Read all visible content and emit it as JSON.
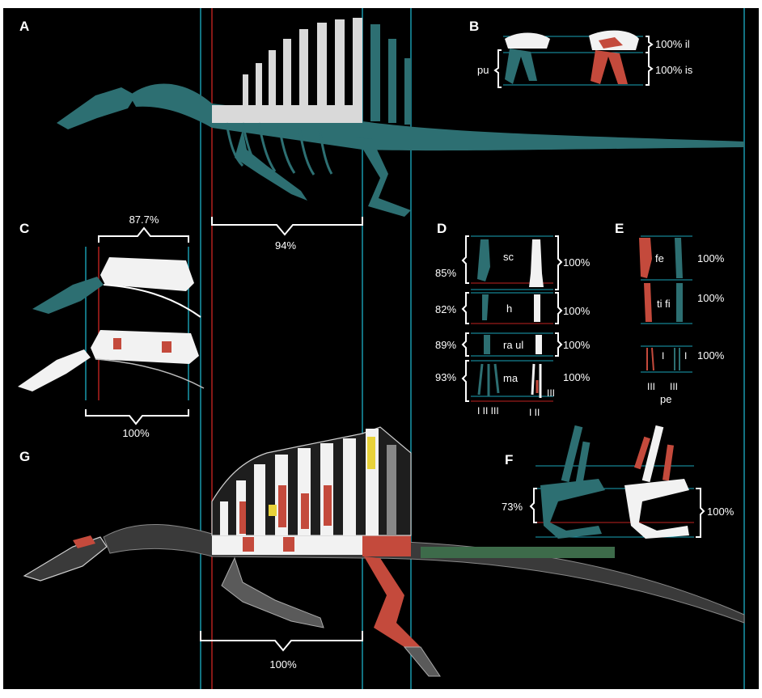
{
  "panels": {
    "A": {
      "letter": "A",
      "bracket_label": "94%"
    },
    "B": {
      "letter": "B",
      "side_label": "pu",
      "row1": "100% il",
      "row2": "100% is"
    },
    "C": {
      "letter": "C",
      "top_label": "87.7%",
      "bottom_label": "100%"
    },
    "D": {
      "letter": "D",
      "rows": [
        {
          "left": "85%",
          "center": "sc",
          "right": "100%"
        },
        {
          "left": "82%",
          "center": "h",
          "right": "100%"
        },
        {
          "left": "89%",
          "center": "ra ul",
          "right": "100%"
        },
        {
          "left": "93%",
          "center": "ma",
          "right": "100%"
        }
      ],
      "digits_left": "I  II III",
      "digits_right": "I  II",
      "digit_extra": "III"
    },
    "E": {
      "letter": "E",
      "rows": [
        {
          "center": "fe",
          "right": "100%"
        },
        {
          "center": "ti fi",
          "right": "100%"
        },
        {
          "center": "",
          "right": "100%"
        }
      ],
      "digit_marks": [
        "I",
        "I",
        "III",
        "III"
      ],
      "bottom_label": "pe"
    },
    "F": {
      "letter": "F",
      "left_label": "73%",
      "right_label": "100%"
    },
    "G": {
      "letter": "G",
      "bracket_label": "100%"
    }
  },
  "colors": {
    "background": "#000000",
    "guide_cyan": "#1aa4b8",
    "guide_red": "#c0221f",
    "bone_teal": "#2d6f72",
    "bone_white": "#f2f2f2",
    "bone_red": "#c44a3c",
    "bone_yellow": "#e8d23a",
    "bone_green": "#3d6b4a"
  }
}
